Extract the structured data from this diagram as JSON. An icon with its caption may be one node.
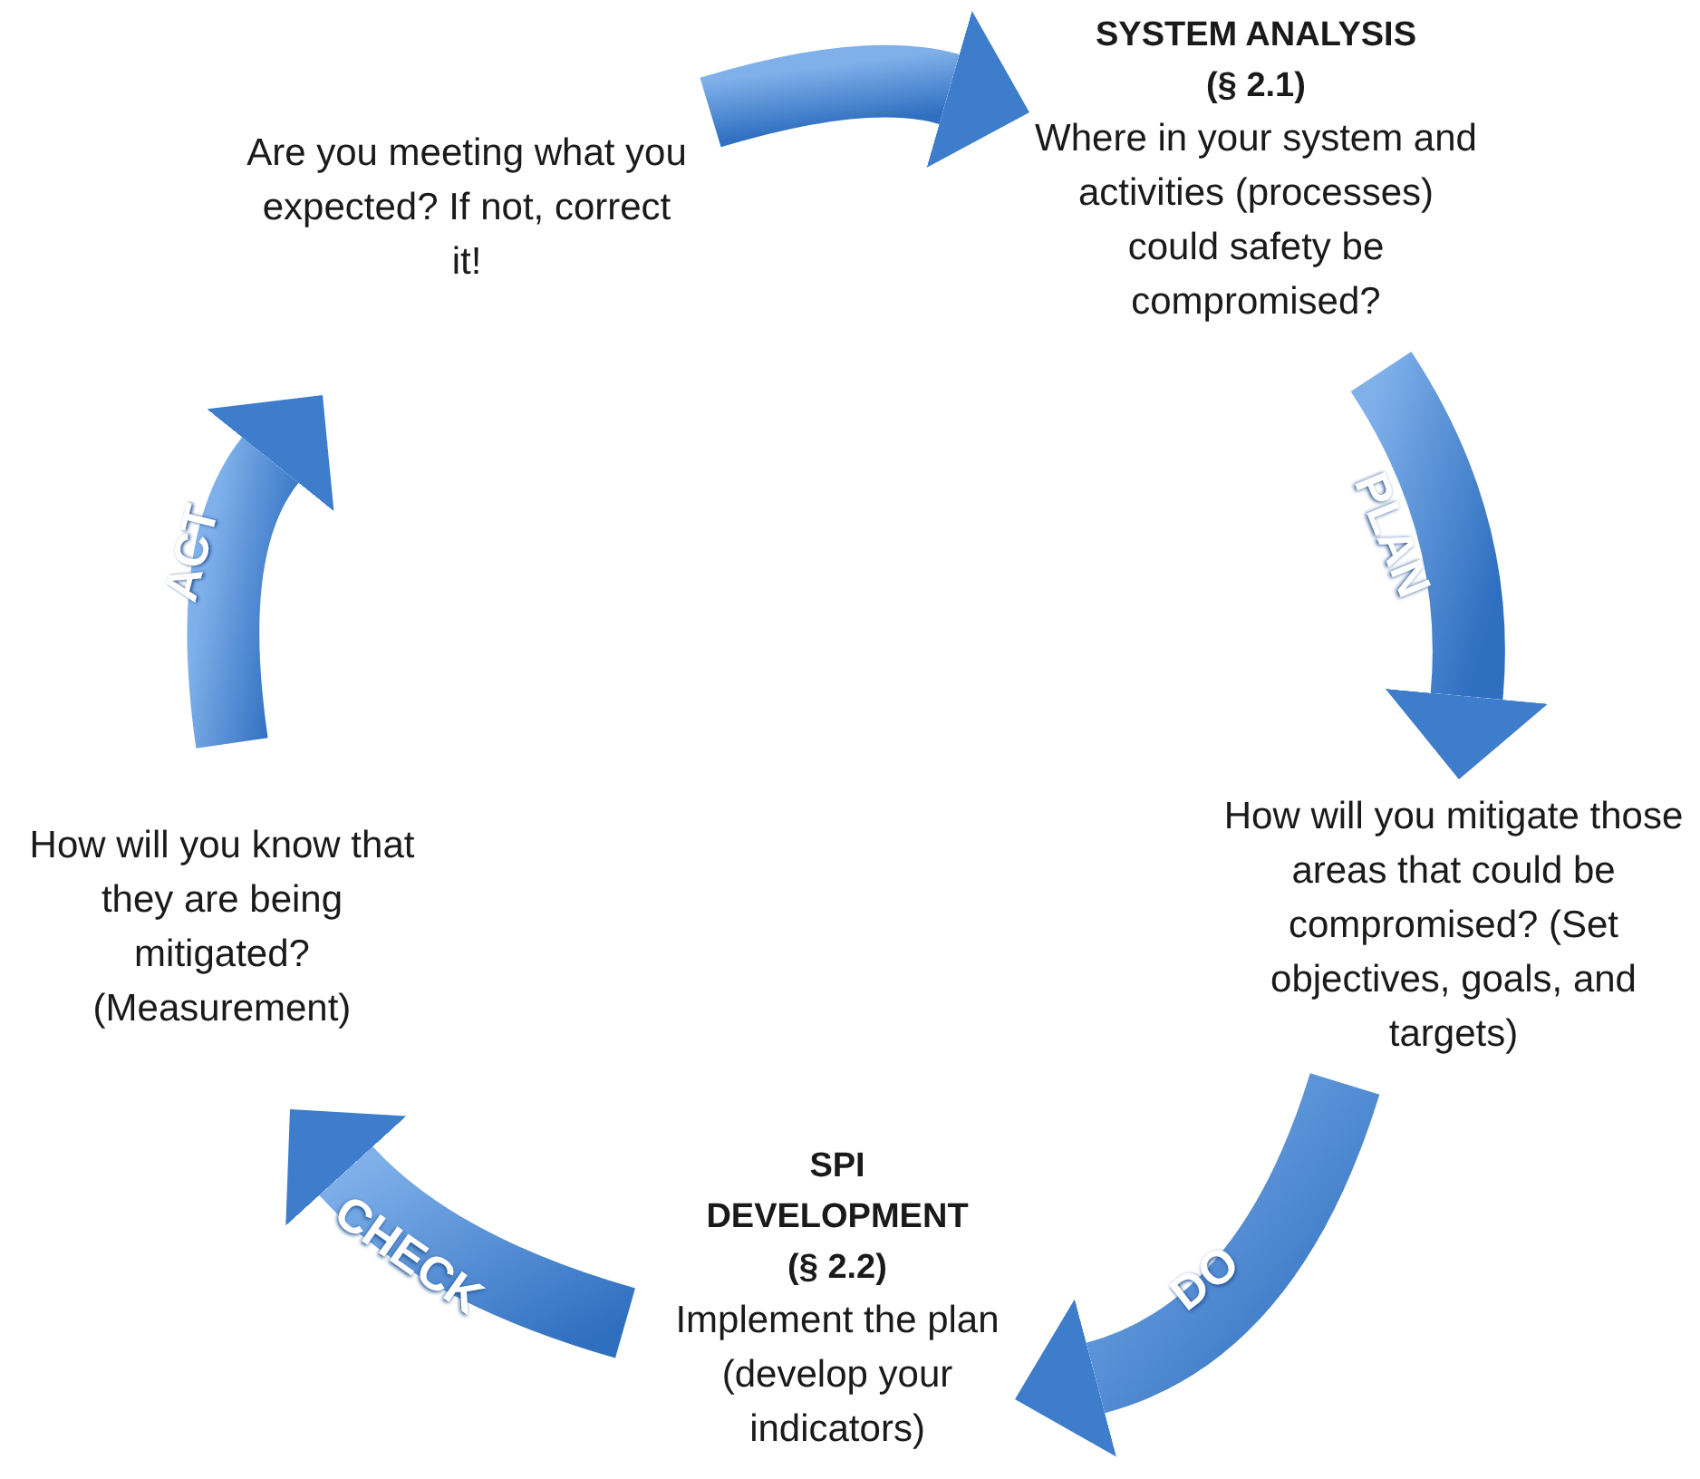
{
  "diagram": {
    "nodes": [
      {
        "text": [
          "Are you meeting what you expected? If not, correct it!"
        ]
      },
      {
        "text": [
          "SYSTEM ANALYSIS",
          "(§ 2.1)",
          "Where in your system and activities (processes) could safety be compromised?"
        ]
      },
      {
        "text": [
          "How will you mitigate those areas that could be compromised? (Set objectives, goals, and targets)"
        ]
      },
      {
        "text": [
          "SPI DEVELOPMENT",
          "(§ 2.2)",
          "Implement the plan (develop your indicators)"
        ]
      },
      {
        "text": [
          "How will you know that they are being mitigated? (Measurement)"
        ]
      }
    ],
    "edges": [
      {
        "from": 0,
        "to": 1,
        "arrow": "to"
      },
      {
        "from": 1,
        "to": 2,
        "arrow": "to",
        "label": "PLAN"
      },
      {
        "from": 2,
        "to": 3,
        "arrow": "to",
        "label": "DO"
      },
      {
        "from": 3,
        "to": 4,
        "arrow": "to",
        "label": "CHECK"
      },
      {
        "from": 4,
        "to": 0,
        "arrow": "to",
        "label": "ACT"
      }
    ]
  }
}
